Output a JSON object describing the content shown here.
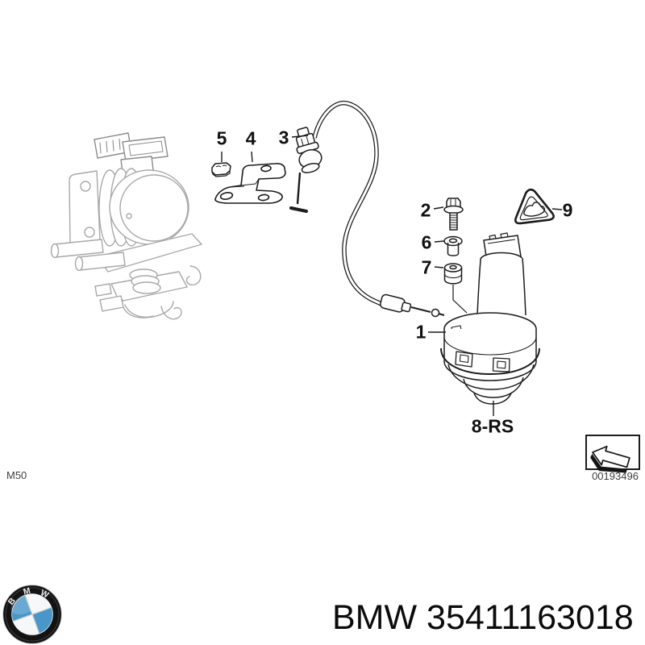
{
  "diagram": {
    "engine_code": "M50",
    "image_number": "00193496",
    "callouts": [
      {
        "item": "1"
      },
      {
        "item": "2"
      },
      {
        "item": "3"
      },
      {
        "item": "4"
      },
      {
        "item": "5"
      },
      {
        "item": "6"
      },
      {
        "item": "7"
      },
      {
        "item": "8-RS"
      },
      {
        "item": "9"
      }
    ],
    "colors": {
      "main_line": "#1c1c1c",
      "context_line": "#a8a8a8",
      "label_text": "#111111",
      "meta_text": "#3f3f3f"
    }
  },
  "footer": {
    "caption": "BMW 35411163018",
    "logo_letters": [
      "B",
      "M",
      "W"
    ],
    "logo_colors": {
      "ring": "#131313",
      "blue": "#4a96c8",
      "quadrant_white": "#f5f7f8"
    }
  }
}
